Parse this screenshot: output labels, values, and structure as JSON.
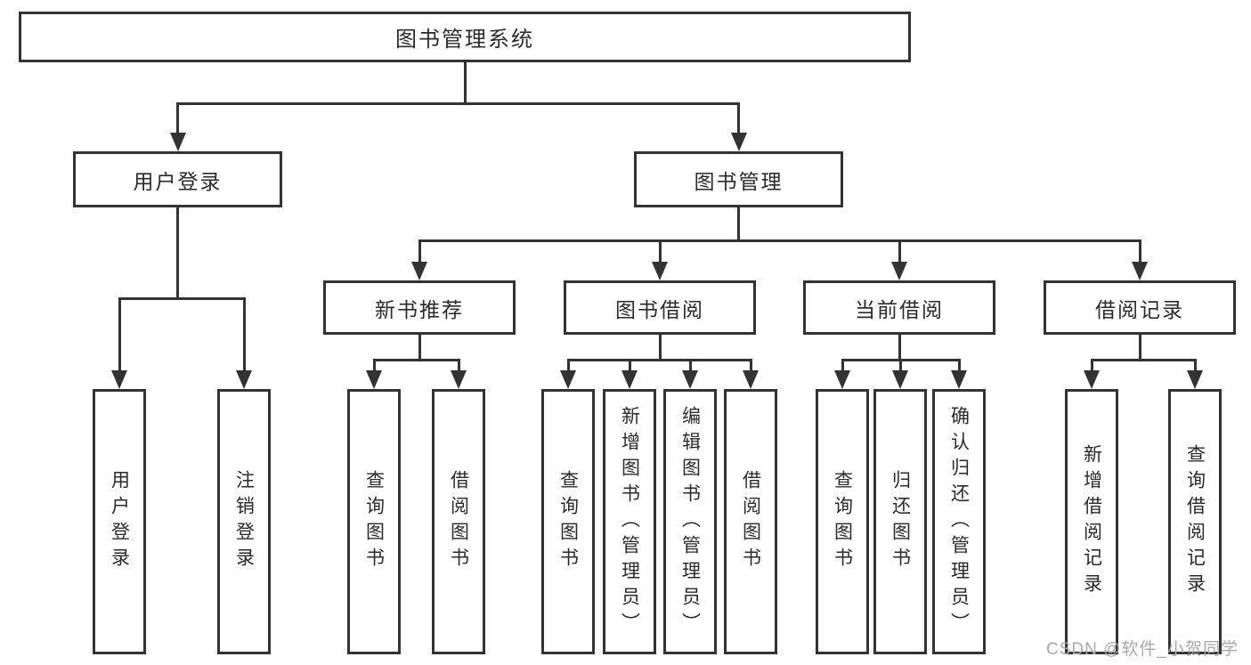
{
  "diagram_type": "hierarchy-tree",
  "tree": {
    "root": "图书管理系统",
    "children": [
      {
        "label": "用户登录",
        "children": [
          "用户登录",
          "注销登录"
        ]
      },
      {
        "label": "图书管理",
        "children": [
          {
            "label": "新书推荐",
            "children": [
              "查询图书",
              "借阅图书"
            ]
          },
          {
            "label": "图书借阅",
            "children": [
              "查询图书",
              "新增图书（管理员）",
              "编辑图书（管理员）",
              "借阅图书"
            ]
          },
          {
            "label": "当前借阅",
            "children": [
              "查询图书",
              "归还图书",
              "确认归还（管理员）"
            ]
          },
          {
            "label": "借阅记录",
            "children": [
              "新增借阅记录",
              "查询借阅记录"
            ]
          }
        ]
      }
    ]
  },
  "watermark": "CSDN @软件_小贺同学",
  "colors": {
    "line": "#333333",
    "box_fill": "#ffffff",
    "text": "#2b2b2b",
    "watermark": "#a9a9a9",
    "background": "#ffffff"
  }
}
